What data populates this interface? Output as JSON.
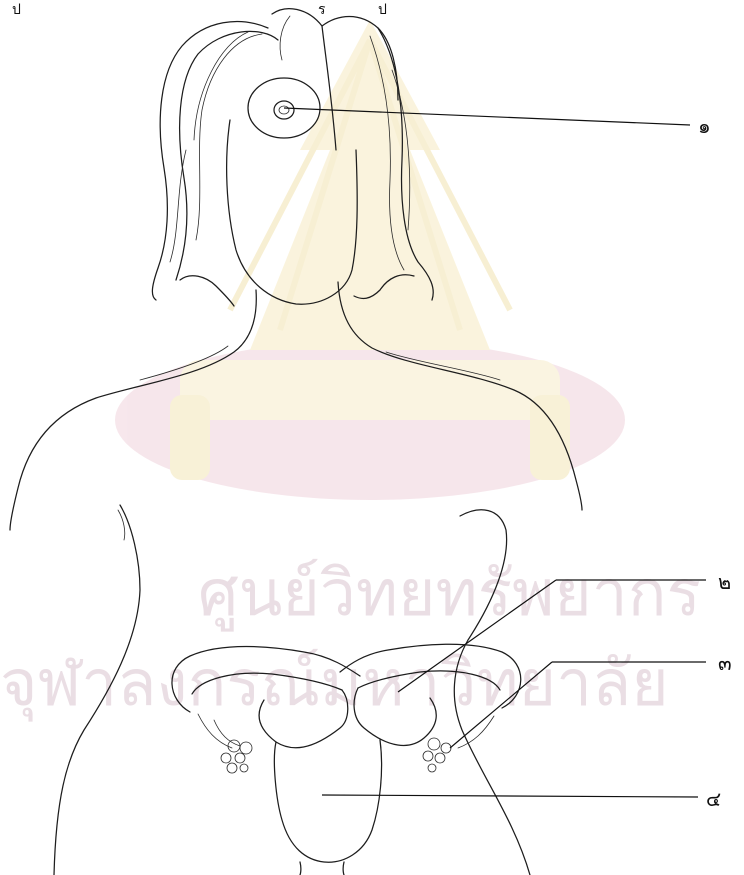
{
  "colors": {
    "ink": "#1d1d1d",
    "watermark_pink": "#d9c4cf",
    "watermark_gold": "#f3e6b8",
    "background": "#ffffff"
  },
  "header_fragments": [
    "ป",
    "ร",
    "ป"
  ],
  "callouts": [
    {
      "id": "c1",
      "label": "๑"
    },
    {
      "id": "c2",
      "label": "๒"
    },
    {
      "id": "c3",
      "label": "๓"
    },
    {
      "id": "c4",
      "label": "๔"
    }
  ],
  "watermark": {
    "line1": "ศูนย์วิทยทรัพยากร",
    "line2": "จุฬาลงกรณ์มหาวิทยาลัย"
  }
}
